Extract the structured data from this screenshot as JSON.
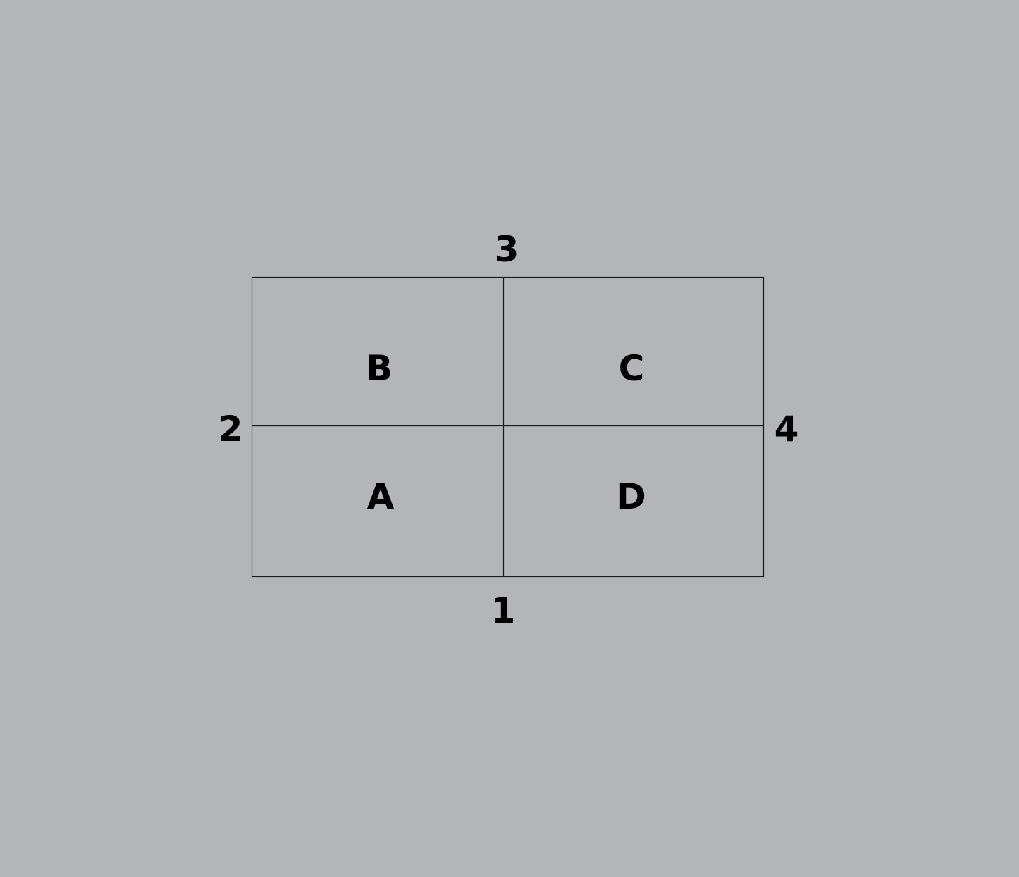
{
  "diagram": {
    "background_color": "#b4b5b7",
    "line_color": "#1a1a1a",
    "text_color": "#000000",
    "edge_labels": {
      "top": "3",
      "left": "2",
      "right": "4",
      "bottom": "1"
    },
    "cells": {
      "top_left": "B",
      "top_right": "C",
      "bottom_left": "A",
      "bottom_right": "D"
    }
  }
}
